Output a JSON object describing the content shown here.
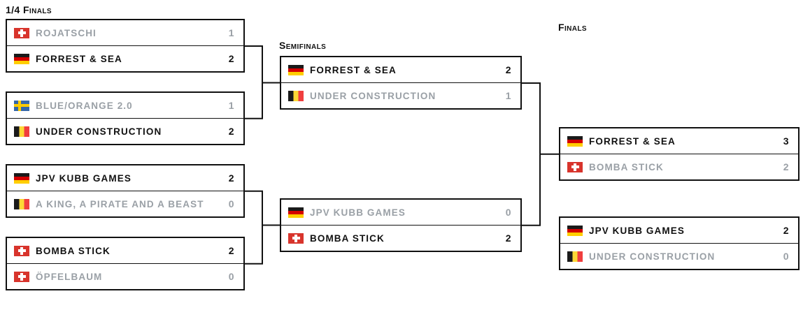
{
  "colors": {
    "winner_text": "#111111",
    "loser_text": "#9aa0a6",
    "border": "#111111",
    "background": "#ffffff"
  },
  "rounds": [
    {
      "title": "1/4 Finals",
      "matches": [
        {
          "teams": [
            {
              "name": "ROJATSCHI",
              "flag": "switzerland",
              "score": 1,
              "result": "loser"
            },
            {
              "name": "FORREST & SEA",
              "flag": "germany",
              "score": 2,
              "result": "winner"
            }
          ]
        },
        {
          "teams": [
            {
              "name": "BLUE/ORANGE 2.0",
              "flag": "sweden",
              "score": 1,
              "result": "loser"
            },
            {
              "name": "UNDER CONSTRUCTION",
              "flag": "belgium",
              "score": 2,
              "result": "winner"
            }
          ]
        },
        {
          "teams": [
            {
              "name": "JPV KUBB GAMES",
              "flag": "germany",
              "score": 2,
              "result": "winner"
            },
            {
              "name": "A KING, A PIRATE AND A BEAST",
              "flag": "belgium",
              "score": 0,
              "result": "loser"
            }
          ]
        },
        {
          "teams": [
            {
              "name": "BOMBA STICK",
              "flag": "switzerland",
              "score": 2,
              "result": "winner"
            },
            {
              "name": "ÖPFELBAUM",
              "flag": "switzerland",
              "score": 0,
              "result": "loser"
            }
          ]
        }
      ]
    },
    {
      "title": "Semifinals",
      "matches": [
        {
          "teams": [
            {
              "name": "FORREST & SEA",
              "flag": "germany",
              "score": 2,
              "result": "winner"
            },
            {
              "name": "UNDER CONSTRUCTION",
              "flag": "belgium",
              "score": 1,
              "result": "loser"
            }
          ]
        },
        {
          "teams": [
            {
              "name": "JPV KUBB GAMES",
              "flag": "germany",
              "score": 0,
              "result": "loser"
            },
            {
              "name": "BOMBA STICK",
              "flag": "switzerland",
              "score": 2,
              "result": "winner"
            }
          ]
        }
      ]
    },
    {
      "title": "Finals",
      "matches": [
        {
          "teams": [
            {
              "name": "FORREST & SEA",
              "flag": "germany",
              "score": 3,
              "result": "winner"
            },
            {
              "name": "BOMBA STICK",
              "flag": "switzerland",
              "score": 2,
              "result": "loser"
            }
          ]
        },
        {
          "teams": [
            {
              "name": "JPV KUBB GAMES",
              "flag": "germany",
              "score": 2,
              "result": "winner"
            },
            {
              "name": "UNDER CONSTRUCTION",
              "flag": "belgium",
              "score": 0,
              "result": "loser"
            }
          ]
        }
      ]
    }
  ]
}
